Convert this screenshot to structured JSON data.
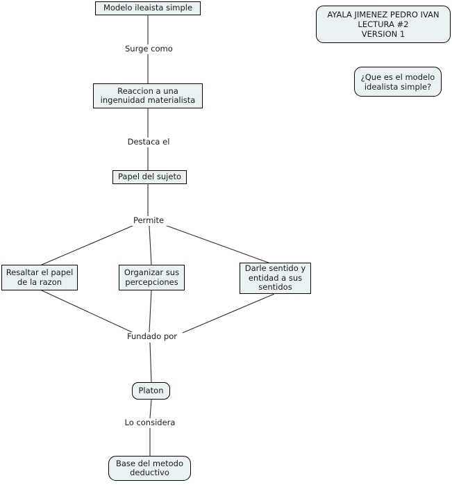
{
  "title": "Modelo ileaista simple - mapa conceptual",
  "colors": {
    "node_fill": "#e9f1f3",
    "node_border": "#000000",
    "background": "#ffffff",
    "text": "#1a1a1a",
    "edge": "#2b2b2b"
  },
  "header": {
    "author": "AYALA JIMENEZ PEDRO IVAN",
    "reading": "LECTURA #2",
    "version": "VERSION 1",
    "full_text": "AYALA JIMENEZ PEDRO IVAN\nLECTURA #2\nVERSION 1"
  },
  "focus_question": {
    "text": "¿Que es el modelo\nidealista simple?"
  },
  "nodes": [
    {
      "id": "root",
      "label": "Modelo ileaista simple",
      "shape": "rect"
    },
    {
      "id": "reaccion",
      "label": "Reaccion a una\ningenuidad materialista",
      "shape": "rect"
    },
    {
      "id": "papel",
      "label": "Papel del sujeto",
      "shape": "rect"
    },
    {
      "id": "razon",
      "label": "Resaltar el papel\nde la razon",
      "shape": "rect"
    },
    {
      "id": "percepciones",
      "label": "Organizar sus\npercepciones",
      "shape": "rect"
    },
    {
      "id": "sentidos",
      "label": "Darle sentido y\nentidad a sus\nsentidos",
      "shape": "rect"
    },
    {
      "id": "platon",
      "label": "Platon",
      "shape": "rounded"
    },
    {
      "id": "base",
      "label": "Base del metodo\ndeductivo",
      "shape": "rounded"
    }
  ],
  "link_labels": [
    {
      "id": "surge",
      "text": "Surge como",
      "from": "root",
      "to": "reaccion"
    },
    {
      "id": "destaca",
      "text": "Destaca el",
      "from": "reaccion",
      "to": "papel"
    },
    {
      "id": "permite",
      "text": "Permite",
      "from": "papel",
      "to": [
        "razon",
        "percepciones",
        "sentidos"
      ]
    },
    {
      "id": "fundado",
      "text": "Fundado por",
      "from": [
        "razon",
        "percepciones",
        "sentidos"
      ],
      "to": "platon"
    },
    {
      "id": "considera",
      "text": "Lo considera",
      "from": "platon",
      "to": "base"
    }
  ]
}
